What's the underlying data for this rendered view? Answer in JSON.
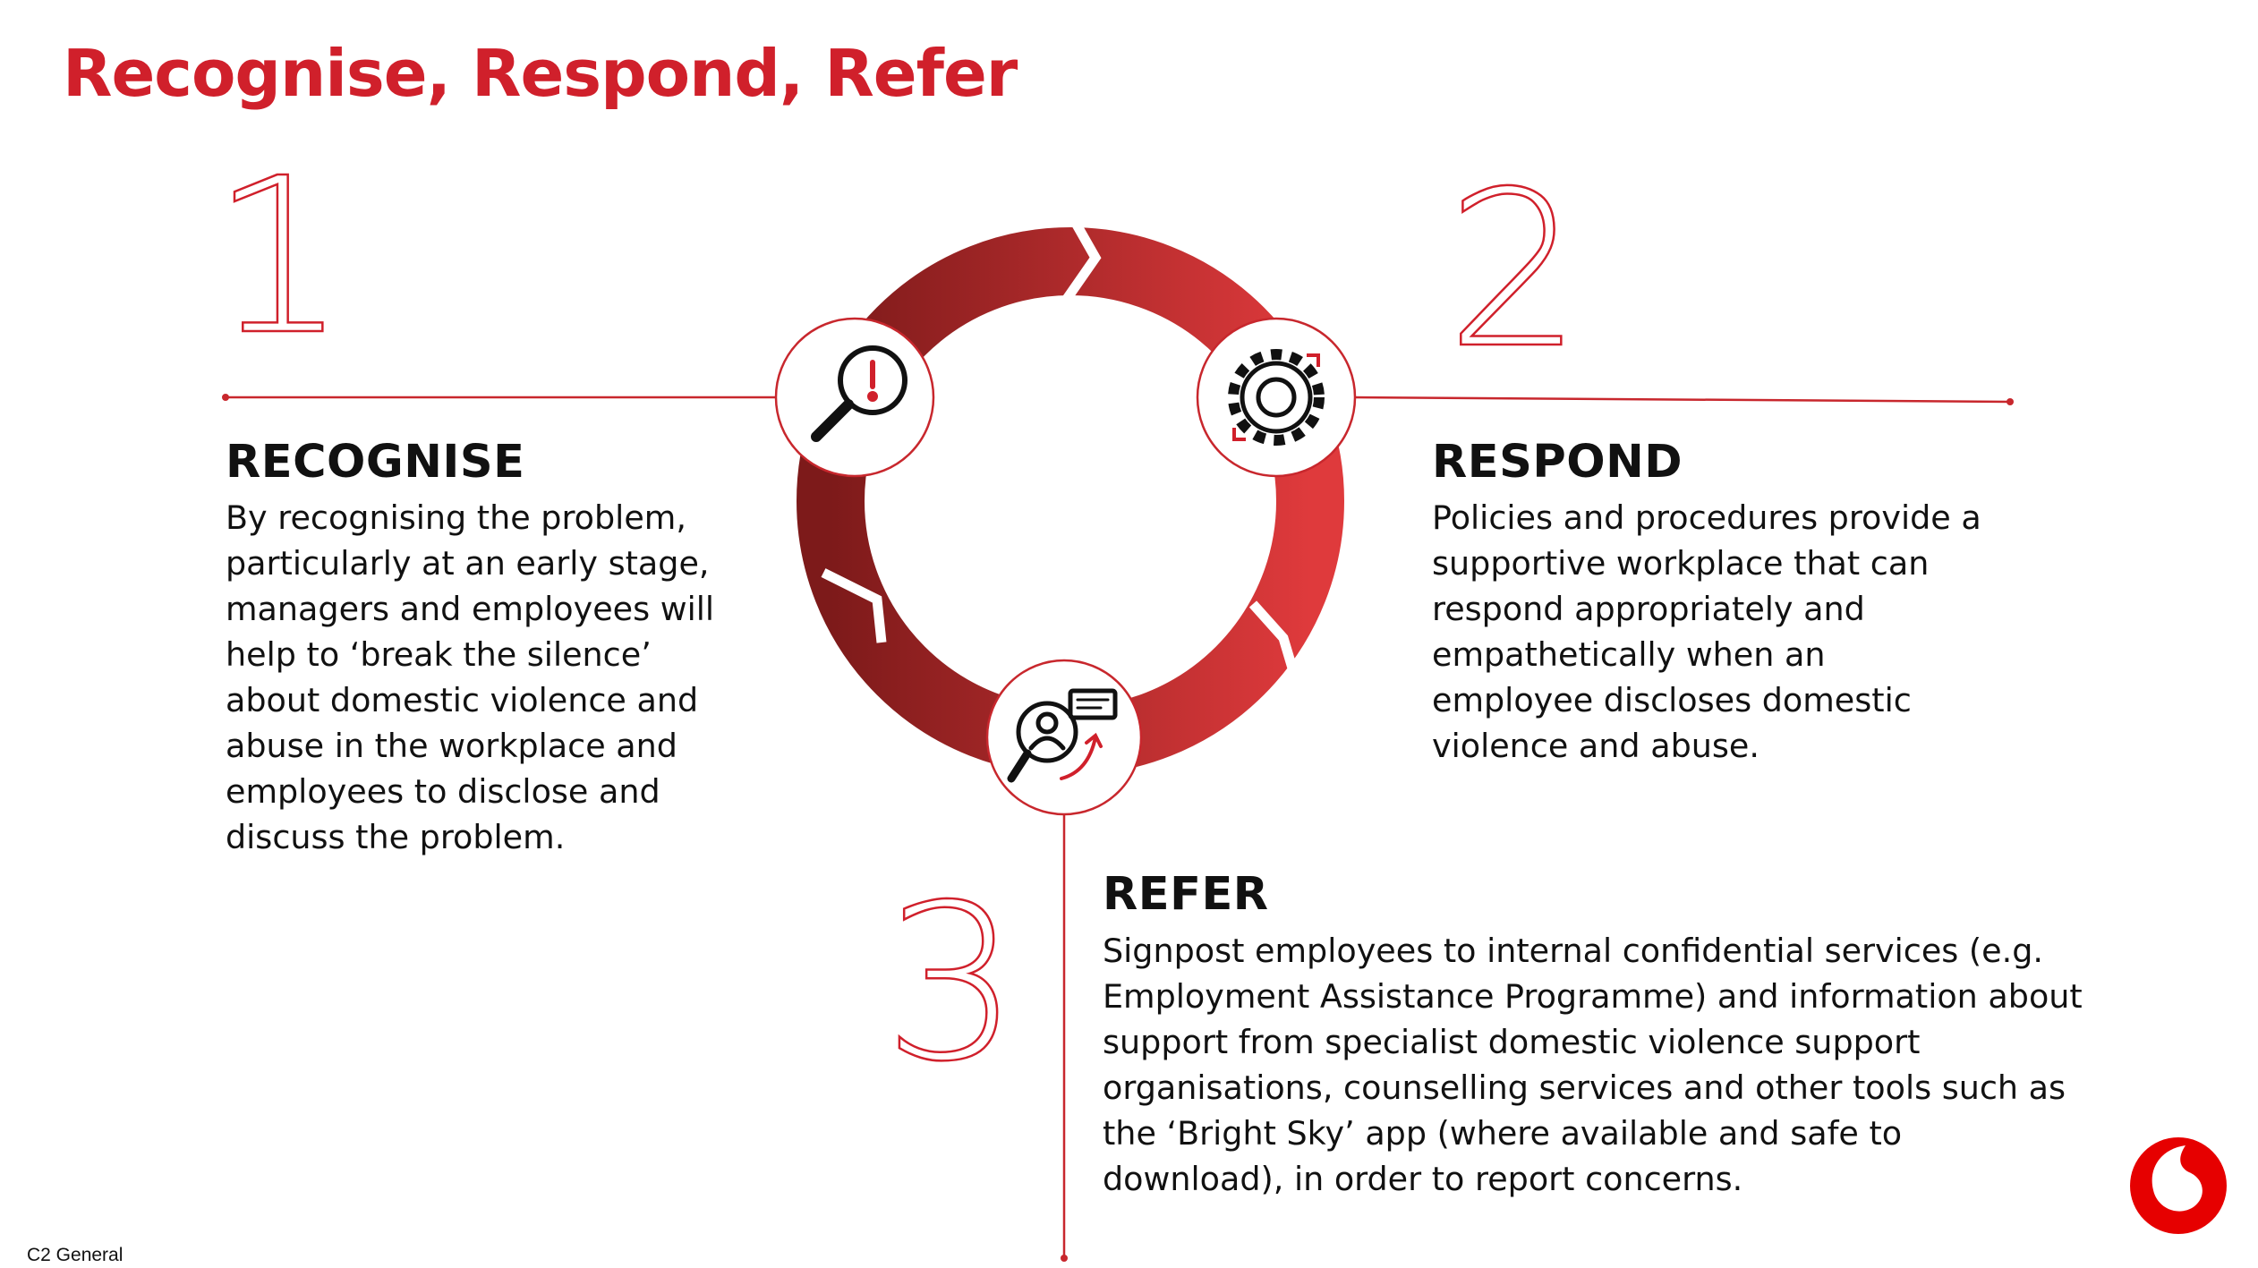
{
  "title": "Recognise, Respond, Refer",
  "steps": [
    {
      "number": "1",
      "heading": "RECOGNISE",
      "body": "By recognising the problem, particularly at an early stage, managers and employees will help to ‘break the silence’ about domestic violence and abuse in the workplace and employees to disclose and discuss the problem.",
      "icon": "magnifier-alert-icon"
    },
    {
      "number": "2",
      "heading": "RESPOND",
      "body": "Policies and procedures provide a supportive workplace that can respond appropriately and empathetically when an employee discloses domestic violence and abuse.",
      "icon": "gear-cycle-icon"
    },
    {
      "number": "3",
      "heading": "REFER",
      "body": "Signpost employees to internal confidential services (e.g. Employment Assistance Programme) and information about support from specialist domestic violence support organisations, counselling services and other tools such as the ‘Bright Sky’ app (where available and safe to download), in order to report concerns.",
      "icon": "person-search-refer-icon"
    }
  ],
  "footer": "C2 General",
  "logo": "vodafone-logo-icon",
  "colors": {
    "brand_red": "#d0202b",
    "ring_dark": "#7d1a1a",
    "ring_light": "#df3a3c"
  }
}
